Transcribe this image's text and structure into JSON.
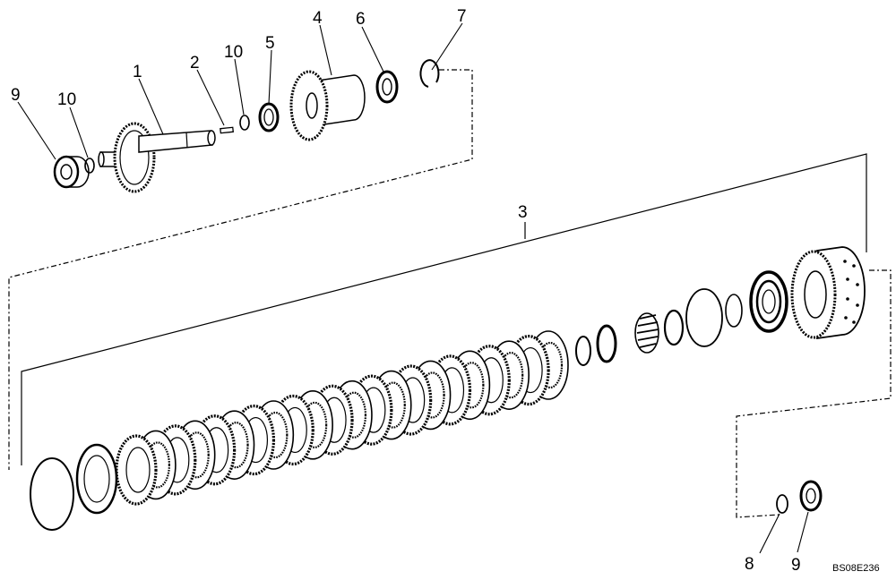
{
  "diagram": {
    "callouts": [
      {
        "id": "c1",
        "label": "1"
      },
      {
        "id": "c2",
        "label": "2"
      },
      {
        "id": "c3",
        "label": "3"
      },
      {
        "id": "c4",
        "label": "4"
      },
      {
        "id": "c5",
        "label": "5"
      },
      {
        "id": "c6",
        "label": "6"
      },
      {
        "id": "c7",
        "label": "7"
      },
      {
        "id": "c8",
        "label": "8"
      },
      {
        "id": "c9a",
        "label": "9"
      },
      {
        "id": "c9b",
        "label": "9"
      },
      {
        "id": "c10a",
        "label": "10"
      },
      {
        "id": "c10b",
        "label": "10"
      }
    ],
    "reference_code": "BS08E236",
    "clutch_pack": {
      "plate_count": 22
    }
  }
}
